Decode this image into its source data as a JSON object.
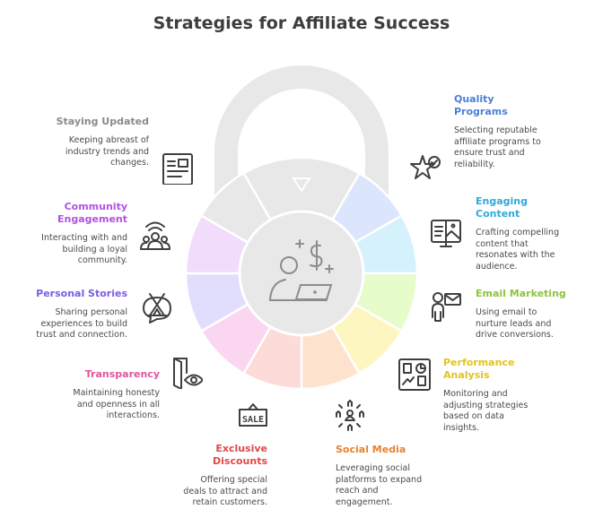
{
  "title": "Strategies for Affiliate Success",
  "items": [
    {
      "title": [
        "Quality",
        "Programs"
      ],
      "desc": [
        "Selecting reputable",
        "affiliate programs to",
        "ensure trust and",
        "reliability."
      ],
      "color": "#4b80d8",
      "icon": "star-check-icon",
      "segment": "#dbe6fd"
    },
    {
      "title": [
        "Engaging",
        "Content"
      ],
      "desc": [
        "Crafting compelling",
        "content that",
        "resonates with the",
        "audience."
      ],
      "color": "#2eaad8",
      "icon": "monitor-content-icon",
      "segment": "#d4f1fc"
    },
    {
      "title": [
        "Email Marketing"
      ],
      "desc": [
        "Using email to",
        "nurture leads and",
        "drive conversions."
      ],
      "color": "#8cc43e",
      "icon": "person-email-icon",
      "segment": "#e6fccb"
    },
    {
      "title": [
        "Performance",
        "Analysis"
      ],
      "desc": [
        "Monitoring and",
        "adjusting strategies",
        "based on data",
        "insights."
      ],
      "color": "#e2c41e",
      "icon": "dashboard-icon",
      "segment": "#fdf6c0"
    },
    {
      "title": [
        "Social Media"
      ],
      "desc": [
        "Leveraging social",
        "platforms to expand",
        "reach and",
        "engagement."
      ],
      "color": "#e8822e",
      "icon": "network-people-icon",
      "segment": "#fde3cd"
    },
    {
      "title": [
        "Exclusive",
        "Discounts"
      ],
      "desc": [
        "Offering special",
        "deals to attract and",
        "retain customers."
      ],
      "color": "#e04848",
      "icon": "sale-sign-icon",
      "segment": "#fddbd8"
    },
    {
      "title": [
        "Transparency"
      ],
      "desc": [
        "Maintaining honesty",
        "and openness in all",
        "interactions."
      ],
      "color": "#e0559c",
      "icon": "door-eye-icon",
      "segment": "#fbd6f0"
    },
    {
      "title": [
        "Personal Stories"
      ],
      "desc": [
        "Sharing personal",
        "experiences to build",
        "trust and connection."
      ],
      "color": "#7a5ce2",
      "icon": "tent-speech-icon",
      "segment": "#e1ddfd"
    },
    {
      "title": [
        "Community",
        "Engagement"
      ],
      "desc": [
        "Interacting with and",
        "building a loyal",
        "community."
      ],
      "color": "#b252e2",
      "icon": "community-broadcast-icon",
      "segment": "#f1ddfb"
    },
    {
      "title": [
        "Staying Updated"
      ],
      "desc": [
        "Keeping abreast of",
        "industry trends and",
        "changes."
      ],
      "color": "#8a8a8a",
      "icon": "newspaper-icon",
      "segment": "#e8e8e8"
    }
  ],
  "center_icon": "affiliate-laptop-icon",
  "lock_color": "#e8e8e8"
}
